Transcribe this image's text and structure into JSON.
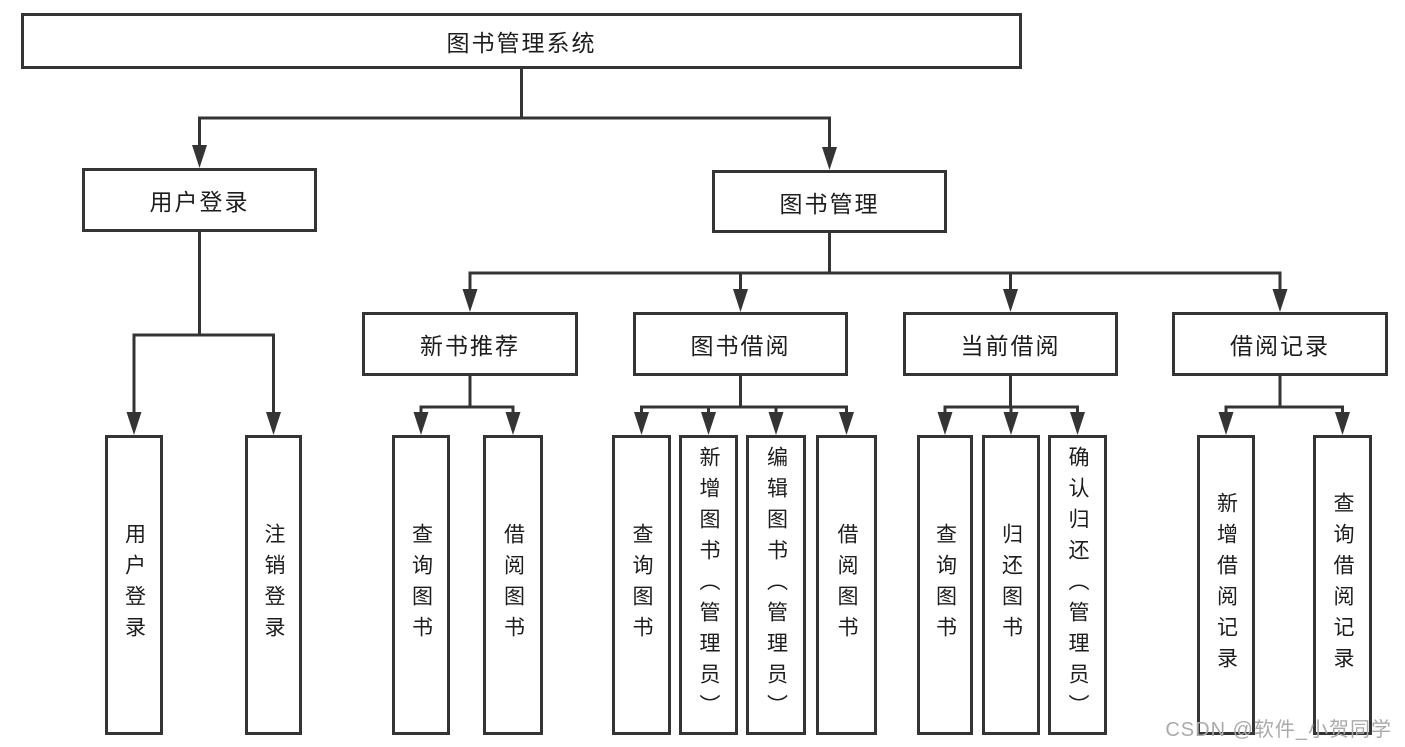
{
  "colors": {
    "background": "#ffffff",
    "line": "#343434",
    "box_border": "#343434",
    "text": "#1d1d1d",
    "watermark": "#aaaaaa"
  },
  "watermark": {
    "text": "CSDN @软件_小贺同学"
  },
  "diagram": {
    "root": {
      "id": "root",
      "label": "图书管理系统"
    },
    "branches": [
      {
        "id": "user-login",
        "label": "用户登录",
        "children": [
          {
            "id": "leaf-user-login",
            "label": "用户登录"
          },
          {
            "id": "leaf-logout",
            "label": "注销登录"
          }
        ]
      },
      {
        "id": "book-mgmt",
        "label": "图书管理",
        "children": [
          {
            "id": "new-book-rec",
            "label": "新书推荐",
            "children": [
              {
                "id": "nbr-query-book",
                "label": "查询图书"
              },
              {
                "id": "nbr-borrow-book",
                "label": "借阅图书"
              }
            ]
          },
          {
            "id": "book-borrow",
            "label": "图书借阅",
            "children": [
              {
                "id": "bb-query-book",
                "label": "查询图书"
              },
              {
                "id": "bb-add-book",
                "label": "新增图书（管理员）"
              },
              {
                "id": "bb-edit-book",
                "label": "编辑图书（管理员）"
              },
              {
                "id": "bb-borrow-book",
                "label": "借阅图书"
              }
            ]
          },
          {
            "id": "current-borrow",
            "label": "当前借阅",
            "children": [
              {
                "id": "cb-query-book",
                "label": "查询图书"
              },
              {
                "id": "cb-return-book",
                "label": "归还图书"
              },
              {
                "id": "cb-confirm-return",
                "label": "确认归还（管理员）"
              }
            ]
          },
          {
            "id": "borrow-records",
            "label": "借阅记录",
            "children": [
              {
                "id": "br-add-record",
                "label": "新增借阅记录"
              },
              {
                "id": "br-query-record",
                "label": "查询借阅记录"
              }
            ]
          }
        ]
      }
    ]
  }
}
